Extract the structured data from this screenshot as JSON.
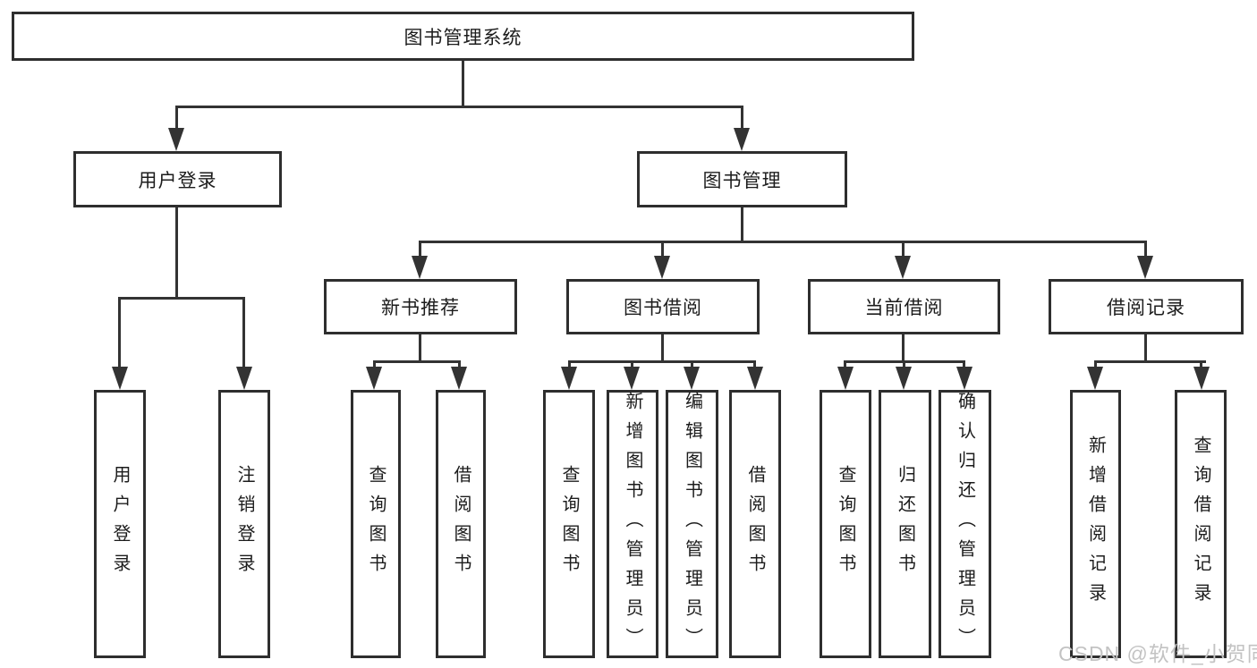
{
  "tree": {
    "root": {
      "label": "图书管理系统",
      "children": [
        {
          "label": "用户登录",
          "children": [
            {
              "label": "用户登录"
            },
            {
              "label": "注销登录"
            }
          ]
        },
        {
          "label": "图书管理",
          "children": [
            {
              "label": "新书推荐",
              "children": [
                {
                  "label": "查询图书"
                },
                {
                  "label": "借阅图书"
                }
              ]
            },
            {
              "label": "图书借阅",
              "children": [
                {
                  "label": "查询图书"
                },
                {
                  "label": "新增图书（管理员）"
                },
                {
                  "label": "编辑图书（管理员）"
                },
                {
                  "label": "借阅图书"
                }
              ]
            },
            {
              "label": "当前借阅",
              "children": [
                {
                  "label": "查询图书"
                },
                {
                  "label": "归还图书"
                },
                {
                  "label": "确认归还（管理员）"
                }
              ]
            },
            {
              "label": "借阅记录",
              "children": [
                {
                  "label": "新增借阅记录"
                },
                {
                  "label": "查询借阅记录"
                }
              ]
            }
          ]
        }
      ]
    }
  },
  "watermark": {
    "text": "CSDN @软件_小贺同学"
  },
  "colors": {
    "line": "#333333",
    "box_border": "#2e2e2e",
    "text": "#1c1c1c",
    "background": "#ffffff",
    "watermark": "#c3c3c3"
  }
}
